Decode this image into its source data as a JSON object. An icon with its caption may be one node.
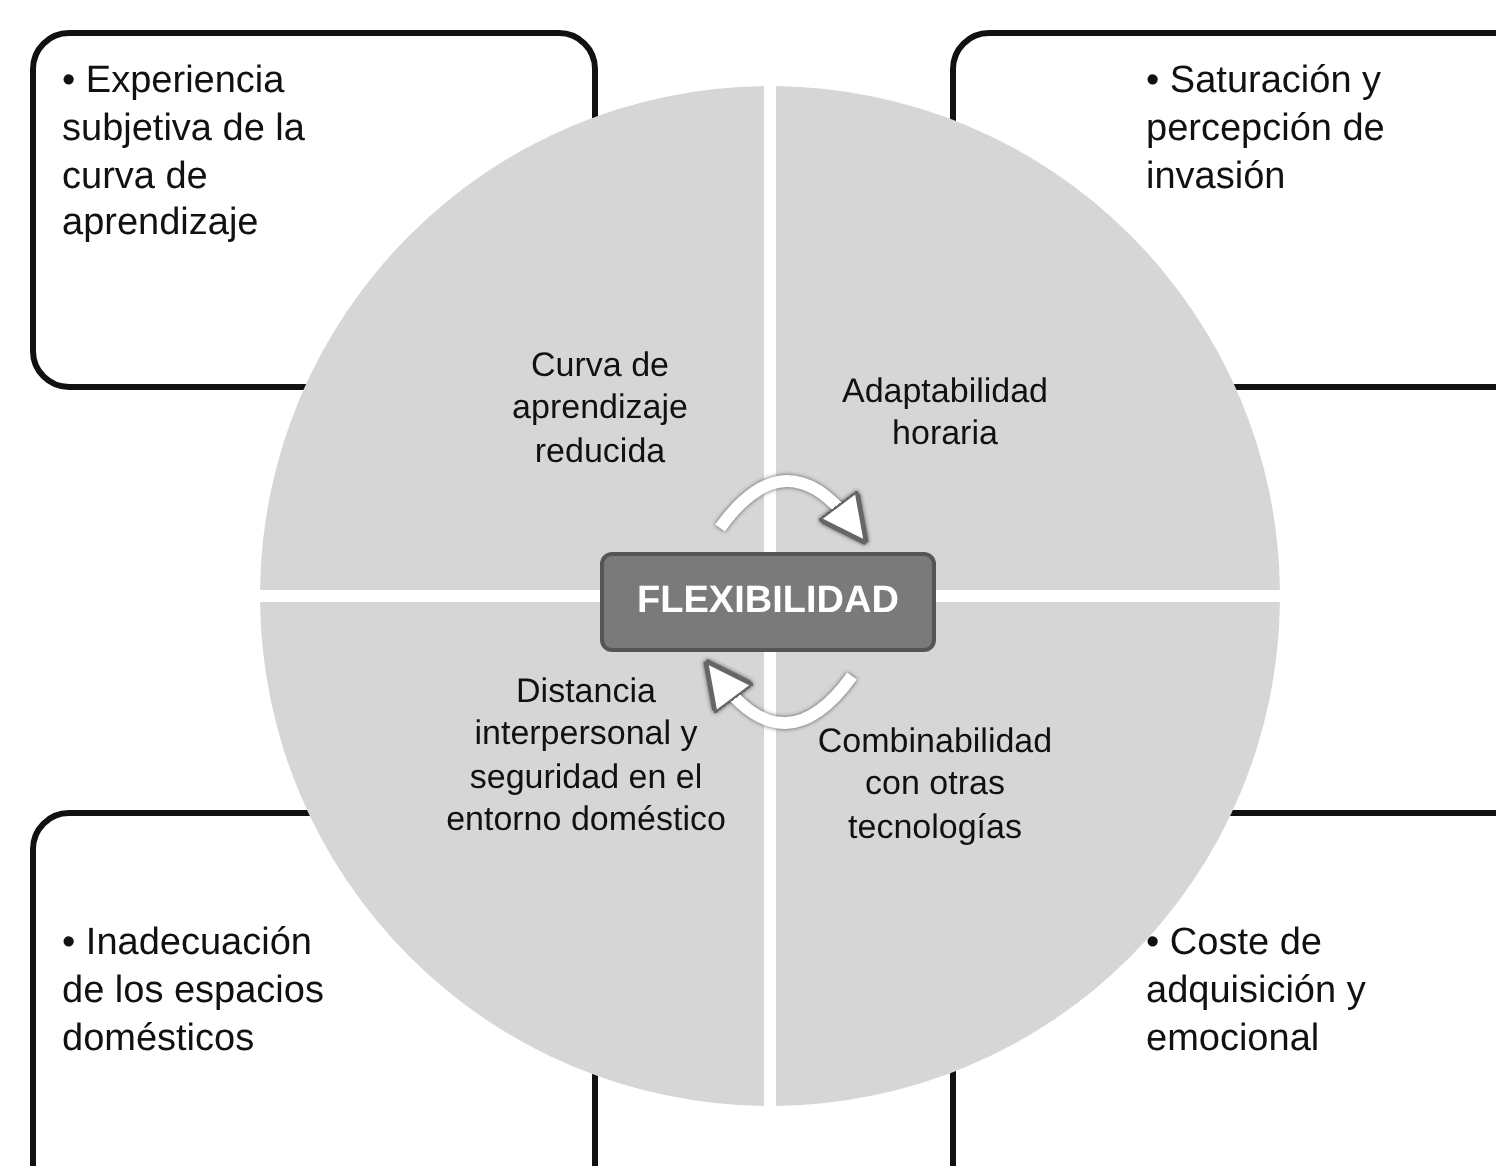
{
  "diagram": {
    "nodes": [
      {
        "text": [
          "• Experiencia subjetiva de la curva de aprendizaje"
        ]
      },
      {
        "text": [
          "• Saturación y percepción de invasión"
        ]
      },
      {
        "text": [
          "Curva de aprendizaje reducida"
        ]
      },
      {
        "text": [
          "Adaptabilidad horaria"
        ]
      },
      {
        "text": [
          "FLEXIBILIDAD"
        ]
      },
      {
        "text": [
          "Distancia interpersonal y seguridad en el entorno doméstico"
        ]
      },
      {
        "text": [
          "Combinabilidad con otras tecnologías"
        ]
      },
      {
        "text": [
          "• Inadecuación de los espacios domésticos"
        ]
      },
      {
        "text": [
          "• Coste de adquisición y emocional"
        ]
      }
    ],
    "edges": [
      {
        "from": 2,
        "to": 3,
        "arrow": "to"
      },
      {
        "from": 6,
        "to": 5,
        "arrow": "to"
      }
    ]
  }
}
